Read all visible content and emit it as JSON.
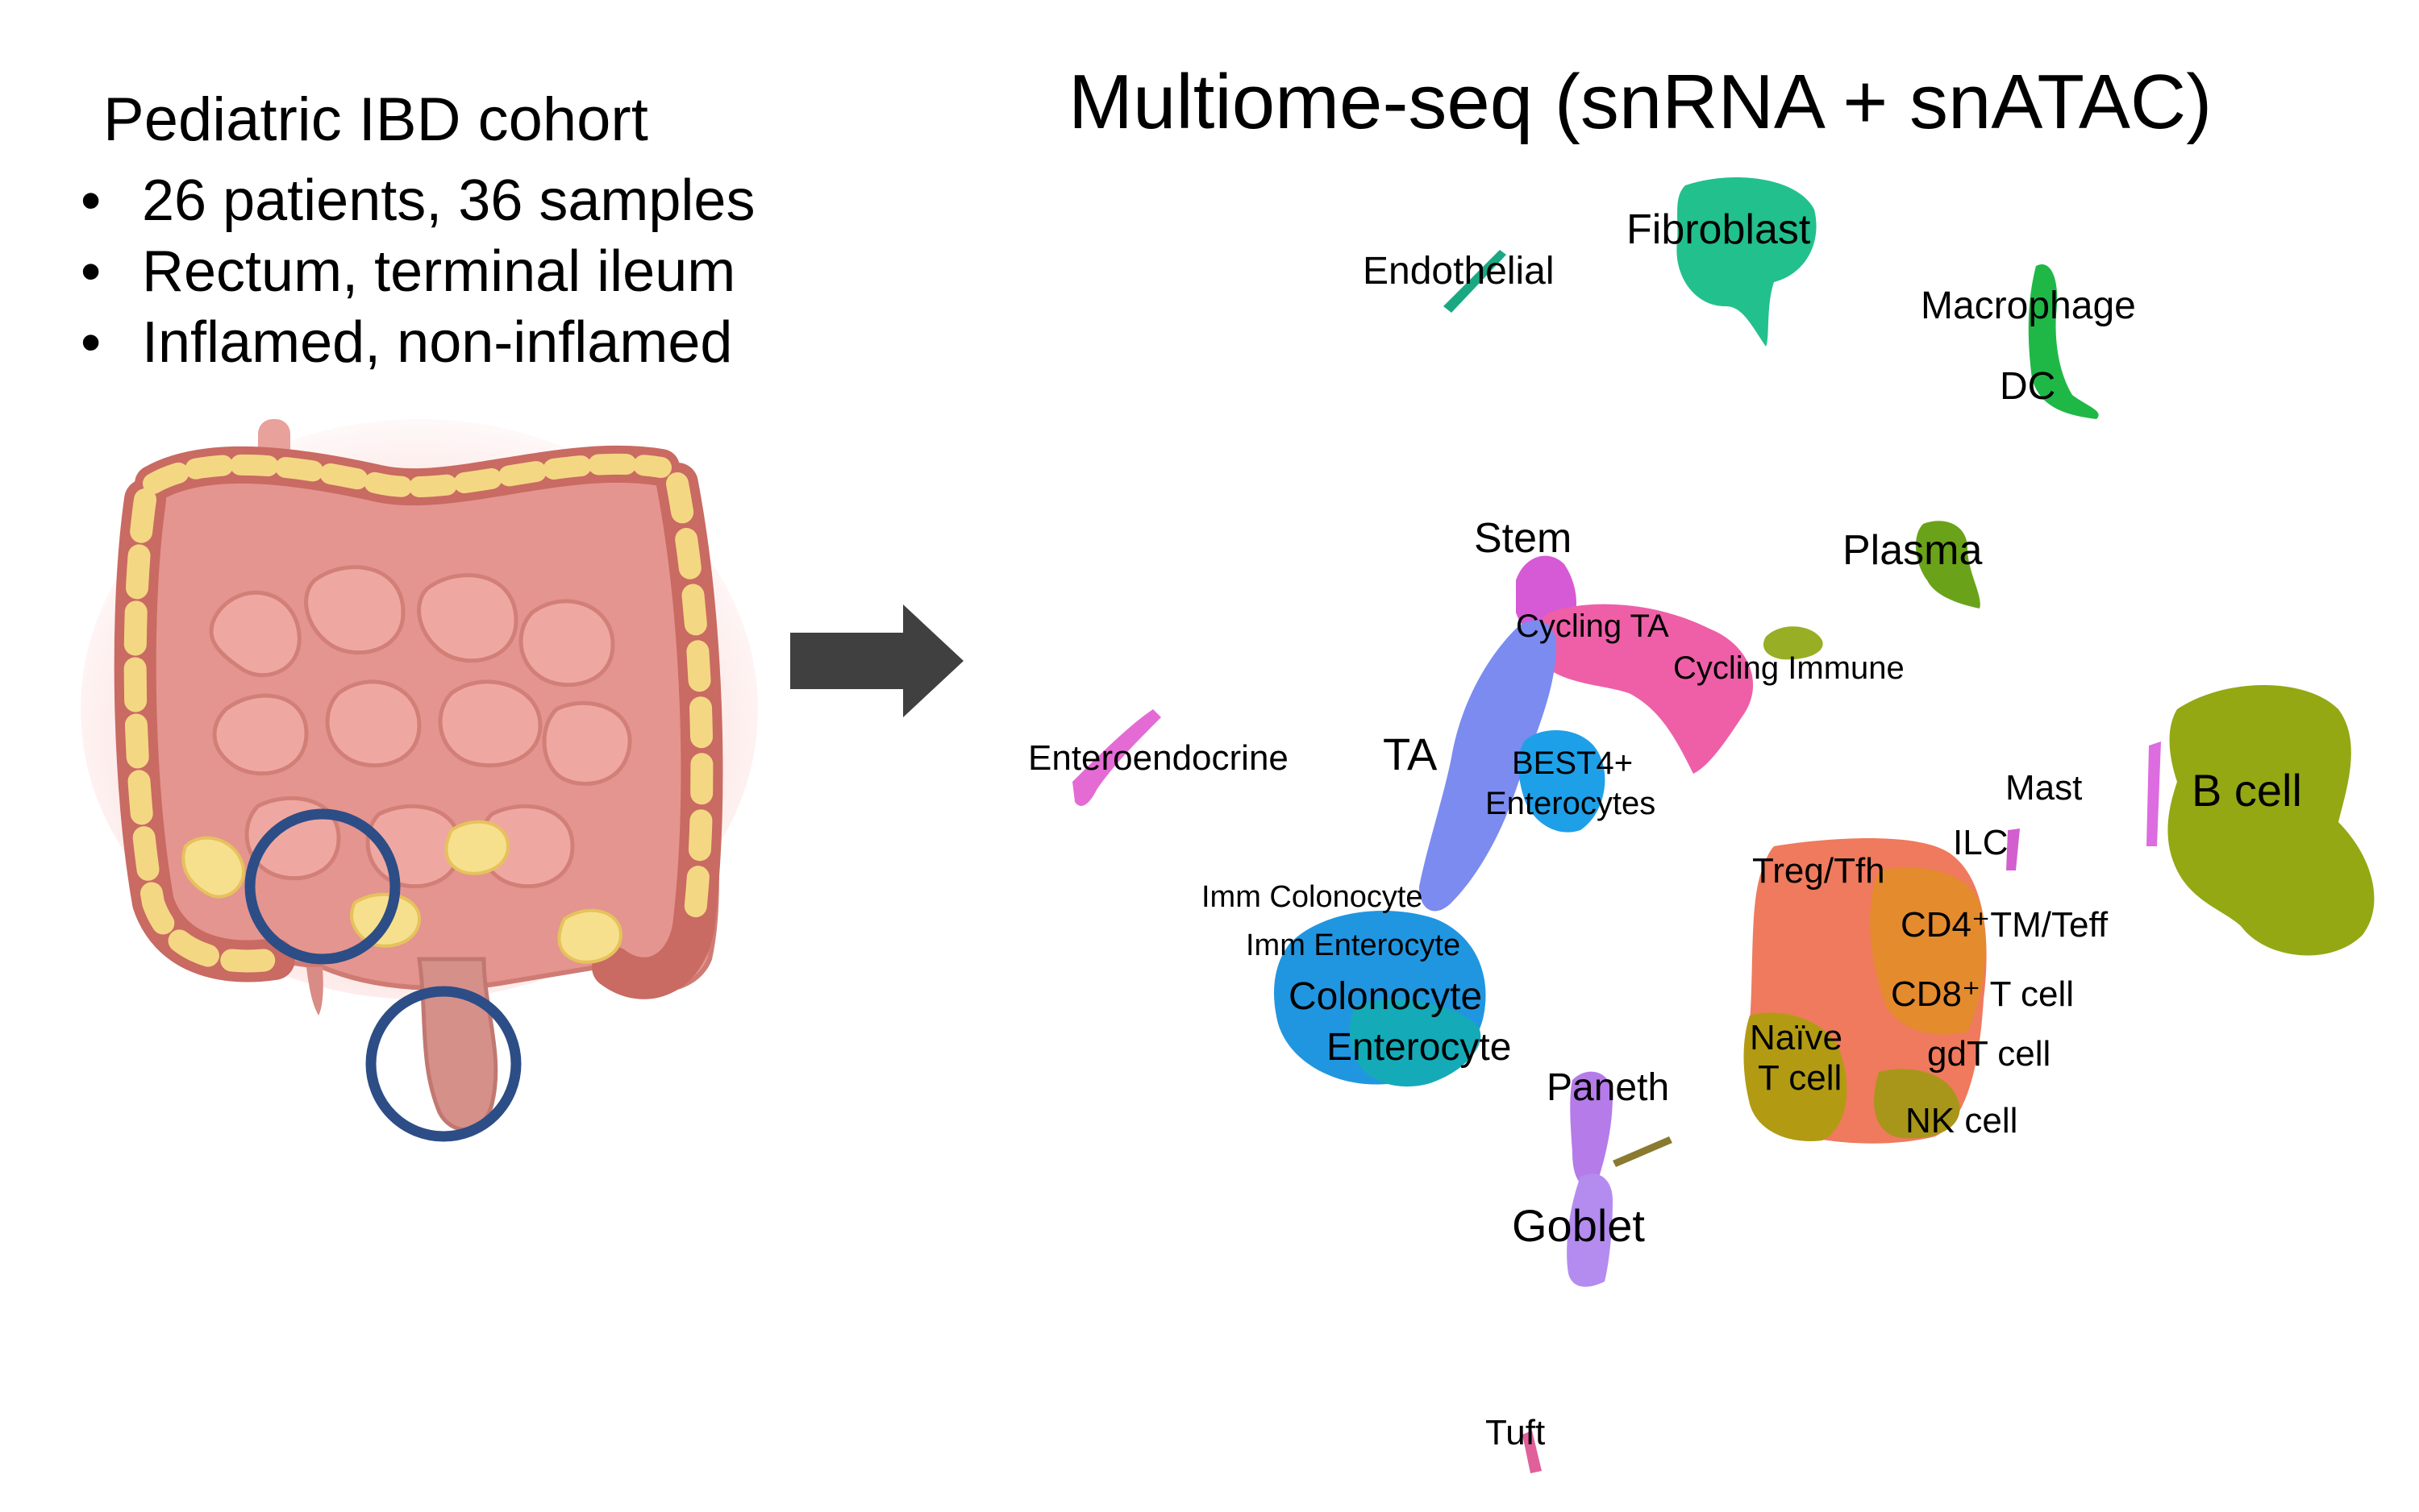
{
  "cohort": {
    "title": "Pediatric IBD cohort",
    "bullets": [
      "26 patients, 36 samples",
      "Rectum, terminal ileum",
      "Inflamed, non-inflamed"
    ]
  },
  "umap": {
    "title": "Multiome-seq (snRNA + snATAC)",
    "clusters": [
      {
        "label": "Endothelial",
        "color": "#1aa882"
      },
      {
        "label": "Fibroblast",
        "color": "#22c08d"
      },
      {
        "label": "Macrophage",
        "color": "#1fb847"
      },
      {
        "label": "DC",
        "color": "#36c23a"
      },
      {
        "label": "Plasma",
        "color": "#6aa31a"
      },
      {
        "label": "Stem",
        "color": "#d65ad6"
      },
      {
        "label": "Cycling TA",
        "color": "#ee5fa8"
      },
      {
        "label": "Cycling Immune",
        "color": "#98ae25"
      },
      {
        "label": "Enteroendocrine",
        "color": "#e56bd4"
      },
      {
        "label": "TA",
        "color": "#7b8bf0"
      },
      {
        "label": "BEST4+",
        "color": "#7c7c7c"
      },
      {
        "label": "Enterocytes",
        "color": "#7c7c7c"
      },
      {
        "label": "Mast",
        "color": "#dc6ce0"
      },
      {
        "label": "B cell",
        "color": "#93a813"
      },
      {
        "label": "ILC",
        "color": "#d35fcf"
      },
      {
        "label": "Treg/Tfh",
        "color": "#ef7a5d"
      },
      {
        "label": "CD4⁺TM/Teff",
        "color": "#e48b2e"
      },
      {
        "label": "Imm Colonocyte",
        "color": "#1ea0e8"
      },
      {
        "label": "Imm Enterocyte",
        "color": "#1ea0e8"
      },
      {
        "label": "CD8⁺ T cell",
        "color": "#d9922d"
      },
      {
        "label": "Colonocyte",
        "color": "#2196e0"
      },
      {
        "label": "Enterocyte",
        "color": "#15aab8"
      },
      {
        "label": "Naïve",
        "color": "#b29b13"
      },
      {
        "label": "T cell",
        "color": "#b29b13"
      },
      {
        "label": "gdT cell",
        "color": "#c7a01f"
      },
      {
        "label": "Paneth",
        "color": "#b57be8"
      },
      {
        "label": "NK cell",
        "color": "#a8961a"
      },
      {
        "label": "Goblet",
        "color": "#b48cf0"
      },
      {
        "label": "Tuft",
        "color": "#e0609a"
      }
    ]
  }
}
